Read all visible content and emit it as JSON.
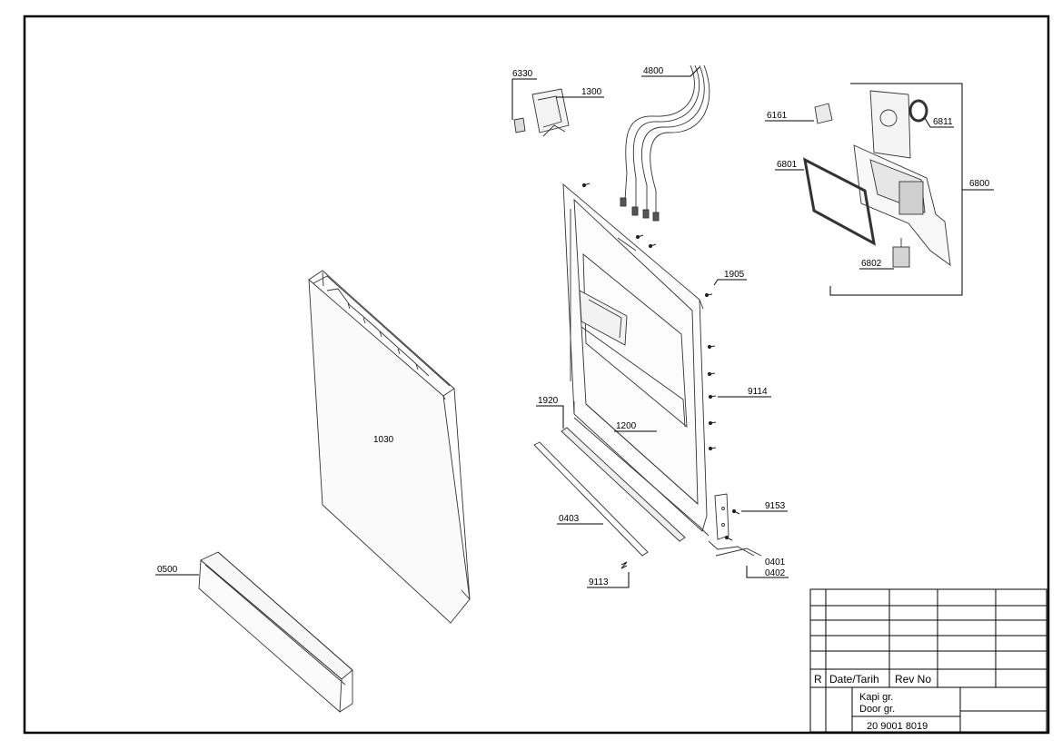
{
  "callouts": {
    "c6330": "6330",
    "c1300": "1300",
    "c4800": "4800",
    "c6161": "6161",
    "c6811": "6811",
    "c6801": "6801",
    "c6800": "6800",
    "c6802": "6802",
    "c1905": "1905",
    "c9114": "9114",
    "c1920": "1920",
    "c1200": "1200",
    "c1030": "1030",
    "c9153": "9153",
    "c0403": "0403",
    "c0401": "0401",
    "c0402": "0402",
    "c9113": "9113",
    "c0500": "0500"
  },
  "title_block": {
    "rev_marker": "R",
    "date_header": "Date/Tarih",
    "rev_header": "Rev No",
    "group_tr": "Kapi gr.",
    "group_en": "Door gr.",
    "drawing_number": "20 9001 8019"
  }
}
